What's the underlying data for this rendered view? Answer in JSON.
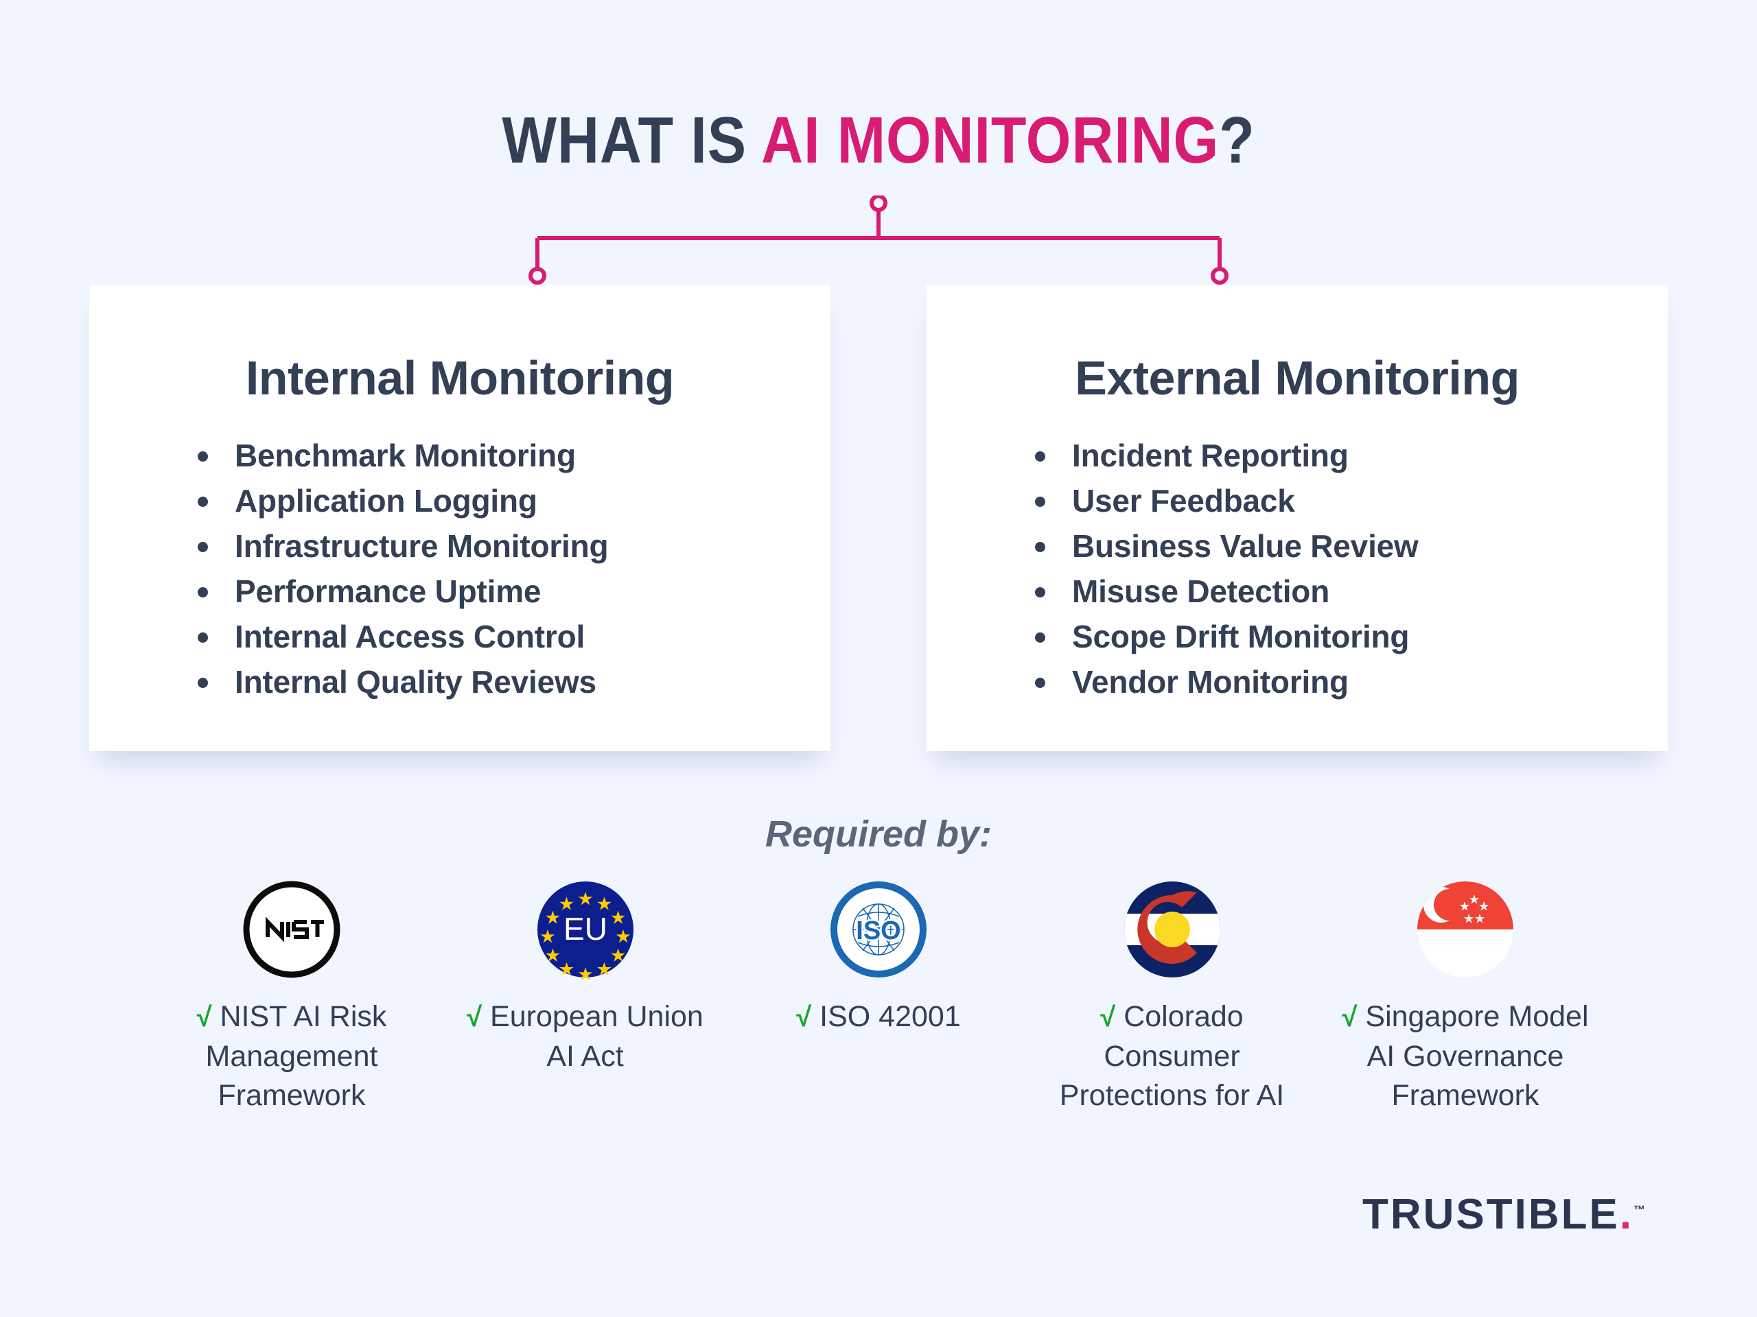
{
  "colors": {
    "background": "#F1F5FE",
    "card_bg": "#FFFFFF",
    "text_dark": "#333F55",
    "accent_pink": "#D81B73",
    "check_green": "#16A62E",
    "logo_navy": "#2C3550",
    "logo_dot_pink": "#E0216F"
  },
  "title": {
    "prefix": "WHAT IS ",
    "accent": "AI MONITORING",
    "suffix": "?"
  },
  "cards": [
    {
      "heading": "Internal Monitoring",
      "items": [
        "Benchmark Monitoring",
        "Application Logging",
        "Infrastructure Monitoring",
        "Performance Uptime",
        "Internal Access Control",
        "Internal Quality Reviews"
      ]
    },
    {
      "heading": "External Monitoring",
      "items": [
        "Incident Reporting",
        "User Feedback",
        "Business Value Review",
        "Misuse Detection",
        "Scope Drift Monitoring",
        "Vendor Monitoring"
      ]
    }
  ],
  "required_by": {
    "label": "Required by:",
    "check_glyph": "√",
    "badges": [
      {
        "icon": "nist-logo-icon",
        "mark_text": "NIST",
        "caption_lines": [
          "NIST AI Risk",
          "Management",
          "Framework"
        ]
      },
      {
        "icon": "european-union-flag-icon",
        "mark_text": "EU",
        "caption_lines": [
          "European Union",
          "AI Act"
        ]
      },
      {
        "icon": "iso-logo-icon",
        "mark_text": "ISO",
        "caption_lines": [
          "ISO 42001"
        ]
      },
      {
        "icon": "colorado-flag-icon",
        "mark_text": "C",
        "caption_lines": [
          "Colorado",
          "Consumer",
          "Protections for AI"
        ]
      },
      {
        "icon": "singapore-flag-icon",
        "mark_text": "",
        "caption_lines": [
          "Singapore Model",
          "AI Governance",
          "Framework"
        ]
      }
    ]
  },
  "brand": {
    "name": "TRUSTIBLE",
    "dot": ".",
    "tm": "™"
  }
}
